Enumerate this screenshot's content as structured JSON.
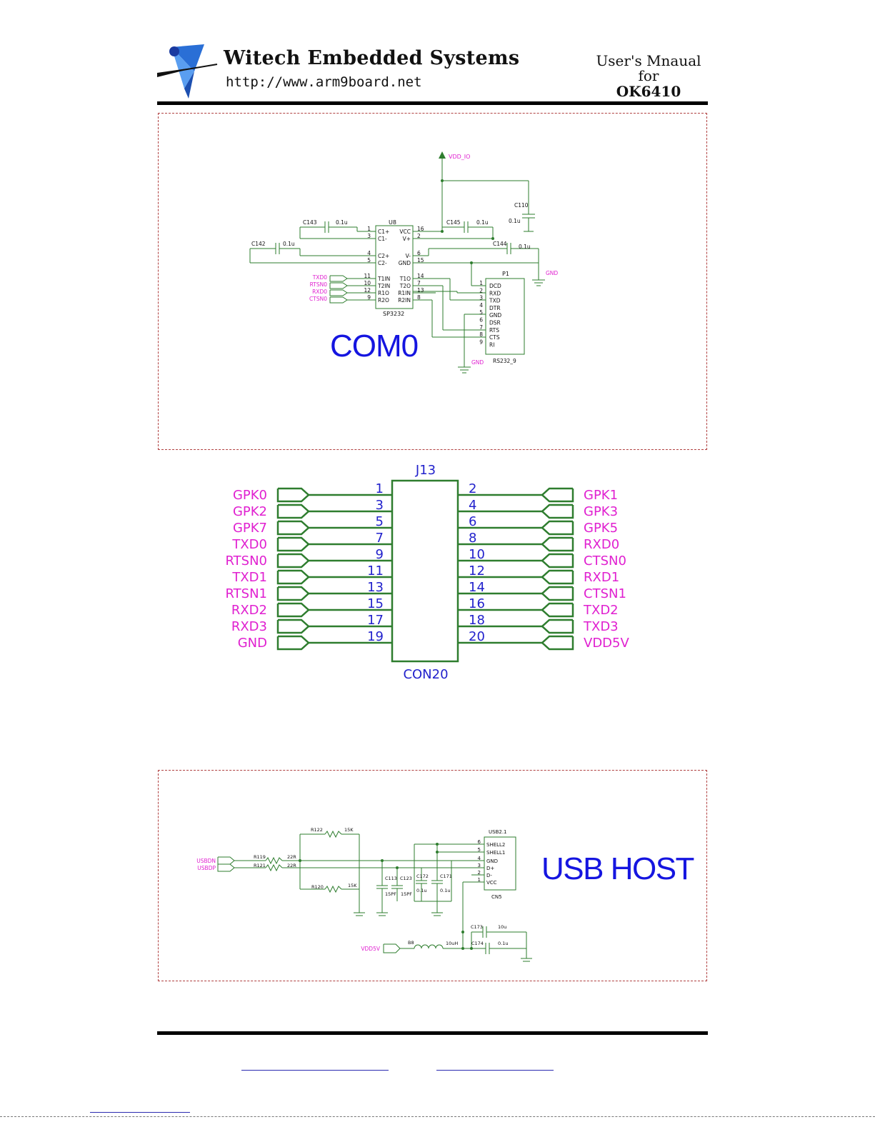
{
  "header": {
    "company": "Witech Embedded Systems",
    "url": "http://www.arm9board.net",
    "manual_line1": "User's Mnaual",
    "manual_line2": "for",
    "manual_line3": "OK6410"
  },
  "com0": {
    "title": "COM0",
    "supply": "VDD_IO",
    "gnd": "GND",
    "ic_ref": "U8",
    "ic_part": "SP3232",
    "ic_left_pins": [
      {
        "num": "1",
        "name": "C1+"
      },
      {
        "num": "3",
        "name": "C1-"
      },
      {
        "num": "4",
        "name": "C2+"
      },
      {
        "num": "5",
        "name": "C2-"
      },
      {
        "num": "11",
        "name": "T1IN"
      },
      {
        "num": "10",
        "name": "T2IN"
      },
      {
        "num": "12",
        "name": "R1O"
      },
      {
        "num": "9",
        "name": "R2O"
      }
    ],
    "ic_right_pins": [
      {
        "num": "16",
        "name": "VCC"
      },
      {
        "num": "2",
        "name": "V+"
      },
      {
        "num": "6",
        "name": "V-"
      },
      {
        "num": "15",
        "name": "GND"
      },
      {
        "num": "14",
        "name": "T1O"
      },
      {
        "num": "7",
        "name": "T2O"
      },
      {
        "num": "13",
        "name": "R1IN"
      },
      {
        "num": "8",
        "name": "R2IN"
      }
    ],
    "nets": [
      "TXD0",
      "RTSN0",
      "RXD0",
      "CTSN0"
    ],
    "caps": [
      {
        "ref": "C143",
        "value": "0.1u"
      },
      {
        "ref": "C142",
        "value": "0.1u"
      },
      {
        "ref": "C145",
        "value": "0.1u"
      },
      {
        "ref": "C144",
        "value": "0.1u"
      },
      {
        "ref": "C110",
        "value": "0.1u"
      }
    ],
    "conn_ref": "P1",
    "conn_part": "RS232_9",
    "conn_pins": [
      {
        "num": "1",
        "name": "DCD"
      },
      {
        "num": "2",
        "name": "RXD"
      },
      {
        "num": "3",
        "name": "TXD"
      },
      {
        "num": "4",
        "name": "DTR"
      },
      {
        "num": "5",
        "name": "GND"
      },
      {
        "num": "6",
        "name": "DSR"
      },
      {
        "num": "7",
        "name": "RTS"
      },
      {
        "num": "8",
        "name": "CTS"
      },
      {
        "num": "9",
        "name": "RI"
      }
    ]
  },
  "j13": {
    "ref": "J13",
    "part": "CON20",
    "left": [
      {
        "net": "GPK0",
        "pin": "1"
      },
      {
        "net": "GPK2",
        "pin": "3"
      },
      {
        "net": "GPK7",
        "pin": "5"
      },
      {
        "net": "TXD0",
        "pin": "7"
      },
      {
        "net": "RTSN0",
        "pin": "9"
      },
      {
        "net": "TXD1",
        "pin": "11"
      },
      {
        "net": "RTSN1",
        "pin": "13"
      },
      {
        "net": "RXD2",
        "pin": "15"
      },
      {
        "net": "RXD3",
        "pin": "17"
      },
      {
        "net": "GND",
        "pin": "19"
      }
    ],
    "right": [
      {
        "net": "GPK1",
        "pin": "2"
      },
      {
        "net": "GPK3",
        "pin": "4"
      },
      {
        "net": "GPK5",
        "pin": "6"
      },
      {
        "net": "RXD0",
        "pin": "8"
      },
      {
        "net": "CTSN0",
        "pin": "10"
      },
      {
        "net": "RXD1",
        "pin": "12"
      },
      {
        "net": "CTSN1",
        "pin": "14"
      },
      {
        "net": "TXD2",
        "pin": "16"
      },
      {
        "net": "TXD3",
        "pin": "18"
      },
      {
        "net": "VDD5V",
        "pin": "20"
      }
    ]
  },
  "usb": {
    "title": "USB HOST",
    "nets": [
      "USBDN",
      "USBDP",
      "VDD5V"
    ],
    "resistors": [
      {
        "ref": "R122",
        "value": "15K"
      },
      {
        "ref": "R119",
        "value": "22R"
      },
      {
        "ref": "R121",
        "value": "22R"
      },
      {
        "ref": "R120",
        "value": "15K"
      }
    ],
    "caps": [
      {
        "ref": "C113",
        "value": "15PF"
      },
      {
        "ref": "C123",
        "value": "15PF"
      },
      {
        "ref": "C172",
        "value": "0.1u"
      },
      {
        "ref": "C171",
        "value": "0.1u"
      },
      {
        "ref": "C173",
        "value": "10u"
      },
      {
        "ref": "C174",
        "value": "0.1u"
      }
    ],
    "inductor": {
      "ref": "B8",
      "value": "10uH"
    },
    "conn_ref": "USB2.1",
    "conn_part": "CN5",
    "conn_pins": [
      {
        "num": "6",
        "name": "SHELL2"
      },
      {
        "num": "5",
        "name": "SHELL1"
      },
      {
        "num": "4",
        "name": "GND"
      },
      {
        "num": "3",
        "name": "D+"
      },
      {
        "num": "2",
        "name": "D-"
      },
      {
        "num": "1",
        "name": "VCC"
      }
    ]
  },
  "colors": {
    "wire": "#2e7d2e",
    "net_label": "#e020d0",
    "pin_text": "#2222cc",
    "title_blue": "#1515e0",
    "frame": "#b04040"
  }
}
